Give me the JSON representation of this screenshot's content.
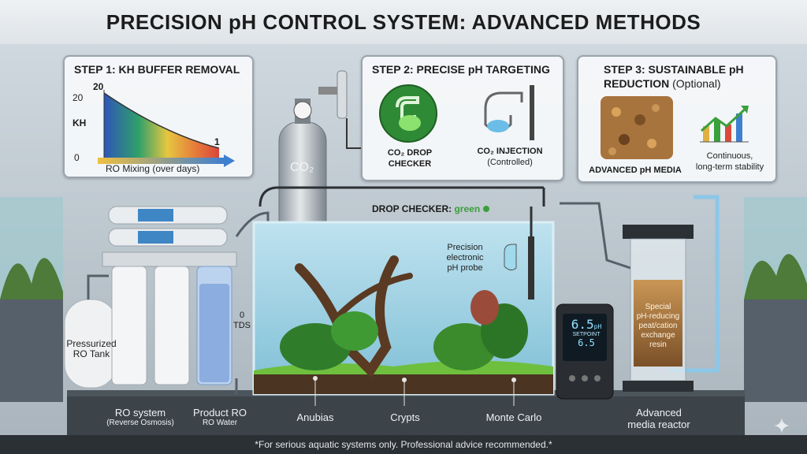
{
  "title": "PRECISION pH CONTROL SYSTEM: ADVANCED METHODS",
  "step1": {
    "title": "STEP 1: KH BUFFER REMOVAL",
    "y_label": "KH",
    "y_top": "20",
    "y_bottom": "0",
    "start_value": "20",
    "end_value": "1",
    "x_label": "RO Mixing (over days)"
  },
  "step2": {
    "title": "STEP 2: PRECISE pH TARGETING",
    "drop_checker_label_1": "CO₂ DROP",
    "drop_checker_label_2": "CHECKER",
    "injection_label_1": "CO₂ INJECTION",
    "injection_label_2": "(Controlled)"
  },
  "step3": {
    "title_1": "STEP 3: SUSTAINABLE pH",
    "title_2": "REDUCTION",
    "title_optional": "(Optional)",
    "media_label": "ADVANCED pH MEDIA",
    "stability_1": "Continuous,",
    "stability_2": "long-term stability"
  },
  "co2_tank_label": "CO₂",
  "drop_checker_status": {
    "prefix": "DROP CHECKER:",
    "value": "green"
  },
  "probe_label": [
    "Precision",
    "electronic",
    "pH probe"
  ],
  "tds_label": [
    "0",
    "TDS"
  ],
  "pressurized_tank": [
    "Pressurized",
    "RO Tank"
  ],
  "controller": {
    "reading": "6.5",
    "unit": "pH",
    "setpoint_label": "SETPOINT",
    "setpoint_value": "6.5"
  },
  "resin_label": [
    "Special",
    "pH-reducing",
    "peat/cation",
    "exchange",
    "resin"
  ],
  "bottom_labels": {
    "ro_system_1": "RO system",
    "ro_system_2": "(Reverse Osmosis)",
    "product_ro_1": "Product RO",
    "product_ro_2": "RO Water",
    "anubias": "Anubias",
    "crypts": "Crypts",
    "monte_carlo": "Monte Carlo",
    "reactor_1": "Advanced",
    "reactor_2": "media reactor"
  },
  "footer": "*For serious aquatic systems only. Professional advice recommended.*",
  "colors": {
    "accent_green": "#3aa03a",
    "probe_blue": "#3f8fd0",
    "reactor_brown": "#9b6a36"
  }
}
